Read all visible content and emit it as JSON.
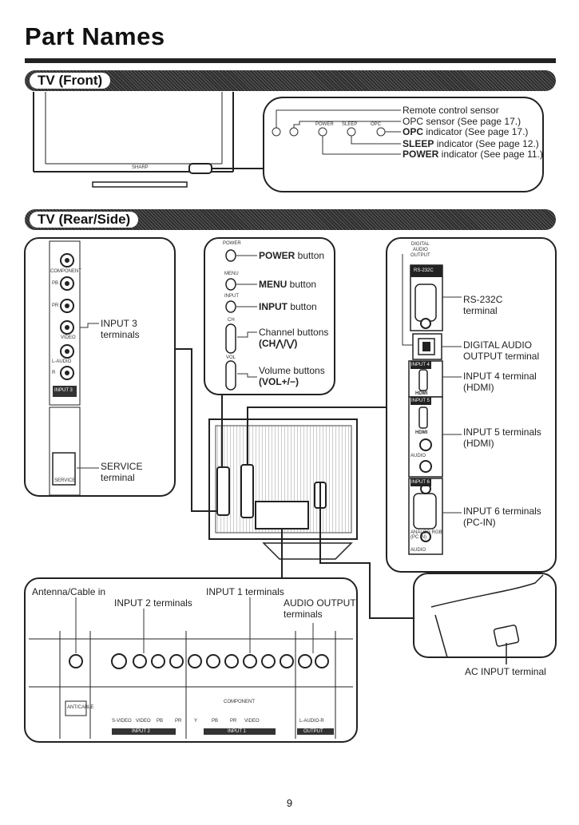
{
  "page_title": "Part Names",
  "front": {
    "heading": "TV (Front)",
    "brand": "SHARP",
    "indicator_labels": [
      "POWER",
      "SLEEP",
      "OPC"
    ],
    "callouts": [
      {
        "text": "Remote control sensor"
      },
      {
        "text": "OPC sensor (See page 17.)"
      },
      {
        "bold": "OPC",
        "text": " indicator (See page 17.)"
      },
      {
        "bold": "SLEEP",
        "text": " indicator (See page 12.)"
      },
      {
        "bold": "POWER",
        "text": " indicator (See page 11.)"
      }
    ]
  },
  "rear": {
    "heading": "TV (Rear/Side)",
    "left_panel": {
      "input3": [
        "INPUT 3",
        "terminals"
      ],
      "service": [
        "SERVICE",
        "terminal"
      ],
      "jack_labels": [
        "COMPONENT",
        "PB",
        "PR",
        "VIDEO",
        "L-AUDIO",
        "R",
        "INPUT 3",
        "SERVICE"
      ]
    },
    "center_panel": {
      "power": {
        "bold": "POWER",
        "text": " button"
      },
      "menu": {
        "bold": "MENU",
        "text": " button"
      },
      "input": {
        "bold": "INPUT",
        "text": " button"
      },
      "channel": [
        "Channel buttons",
        "(CH⋀/⋁)"
      ],
      "volume": [
        "Volume buttons",
        "(VOL+/−)"
      ],
      "small_labels": [
        "POWER",
        "MENU",
        "INPUT",
        "CH",
        "VOL"
      ]
    },
    "right_panel": {
      "digital_audio_output": [
        "DIGITAL",
        "AUDIO",
        "OUTPUT"
      ],
      "rs232c": [
        "RS-232C",
        "terminal"
      ],
      "digital_audio": [
        "DIGITAL AUDIO",
        "OUTPUT terminal"
      ],
      "input4": [
        "INPUT 4 terminal",
        "(HDMI)"
      ],
      "input5": [
        "INPUT 5 terminals",
        "(HDMI)"
      ],
      "input6": [
        "INPUT 6 terminals",
        "(PC-IN)"
      ],
      "tags": [
        "RS-232C",
        "INPUT 4",
        "HDMI",
        "INPUT 5",
        "HDMI",
        "AUDIO",
        "INPUT 6",
        "ANALOG RGB (PC IN)",
        "AUDIO"
      ]
    },
    "bottom_panel": {
      "antenna": "Antenna/Cable in",
      "input1": "INPUT 1 terminals",
      "input2": "INPUT 2 terminals",
      "audio_output": [
        "AUDIO OUTPUT",
        "terminals"
      ],
      "ant_tag": "ANT/CABLE",
      "component_tag": "COMPONENT",
      "jack_labels": [
        "S-VIDEO",
        "VIDEO",
        "PB",
        "PR",
        "Y",
        "PB",
        "PR",
        "VIDEO",
        "L-AUDIO-R"
      ],
      "group_tags": [
        "INPUT 2",
        "INPUT 1",
        "OUTPUT"
      ]
    },
    "ac": {
      "text": "AC INPUT terminal"
    }
  },
  "page_number": "9"
}
